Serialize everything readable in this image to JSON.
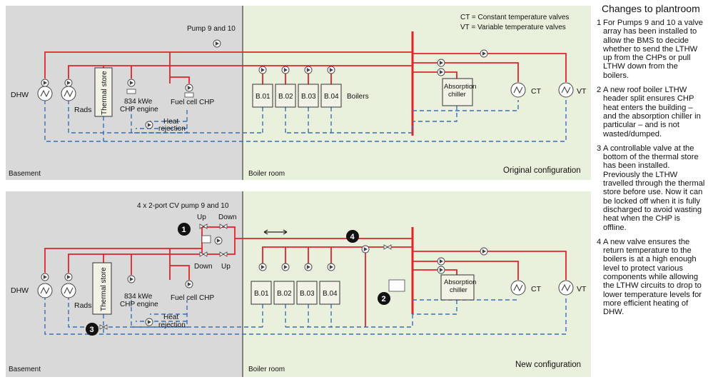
{
  "panels": {
    "top": {
      "pump_label": "Pump 9 and 10",
      "legend_ct": "CT = Constant temperature valves",
      "legend_vt": "VT = Variable temperature valves",
      "config": "Original configuration"
    },
    "bottom": {
      "pump_label": "4 x 2-port CV pump 9 and 10",
      "up1": "Up",
      "down1": "Down",
      "down2": "Down",
      "up2": "Up",
      "marker1": "1",
      "marker2": "2",
      "marker3": "3",
      "marker4": "4",
      "config": "New configuration"
    }
  },
  "labels": {
    "basement": "Basement",
    "boiler_room": "Boiler room",
    "dhw": "DHW",
    "rads": "Rads",
    "thermal_store": "Thermal store",
    "chp_line1": "834 kWe",
    "chp_line2": "CHP engine",
    "fuel_cell": "Fuel cell CHP",
    "heat_line1": "Heat",
    "heat_line2": "rejection",
    "b01": "B.01",
    "b02": "B.02",
    "b03": "B.03",
    "b04": "B.04",
    "boilers": "Boilers",
    "abs_line1": "Absorption",
    "abs_line2": "chiller",
    "ct": "CT",
    "vt": "VT"
  },
  "colors": {
    "basement_bg": "#d9d9d9",
    "boiler_bg": "#e9f0dc",
    "flow": "#e0242c",
    "return": "#3a6fb5"
  },
  "notes": {
    "title": "Changes to plantroom",
    "items": [
      {
        "num": "1",
        "text": "For Pumps 9 and 10 a valve array has been installed to allow the BMS to decide whether to send the LTHW up from the CHPs or pull LTHW down from the boilers."
      },
      {
        "num": "2",
        "text": "A new roof boiler LTHW header split ensures CHP heat enters the building – and the absorption chiller in particular – and is not wasted/dumped."
      },
      {
        "num": "3",
        "text": "A controllable valve at the bottom of the thermal store has been installed. Previously the LTHW travelled through the thermal store before use. Now it can be locked off when it is fully discharged to avoid wasting heat when the CHP is offline."
      },
      {
        "num": "4",
        "text": "A new valve ensures the return temperature to the boilers is at a high enough level to protect various components while allowing the LTHW circuits to drop to lower temperature levels for more efficient heating of DHW."
      }
    ]
  }
}
